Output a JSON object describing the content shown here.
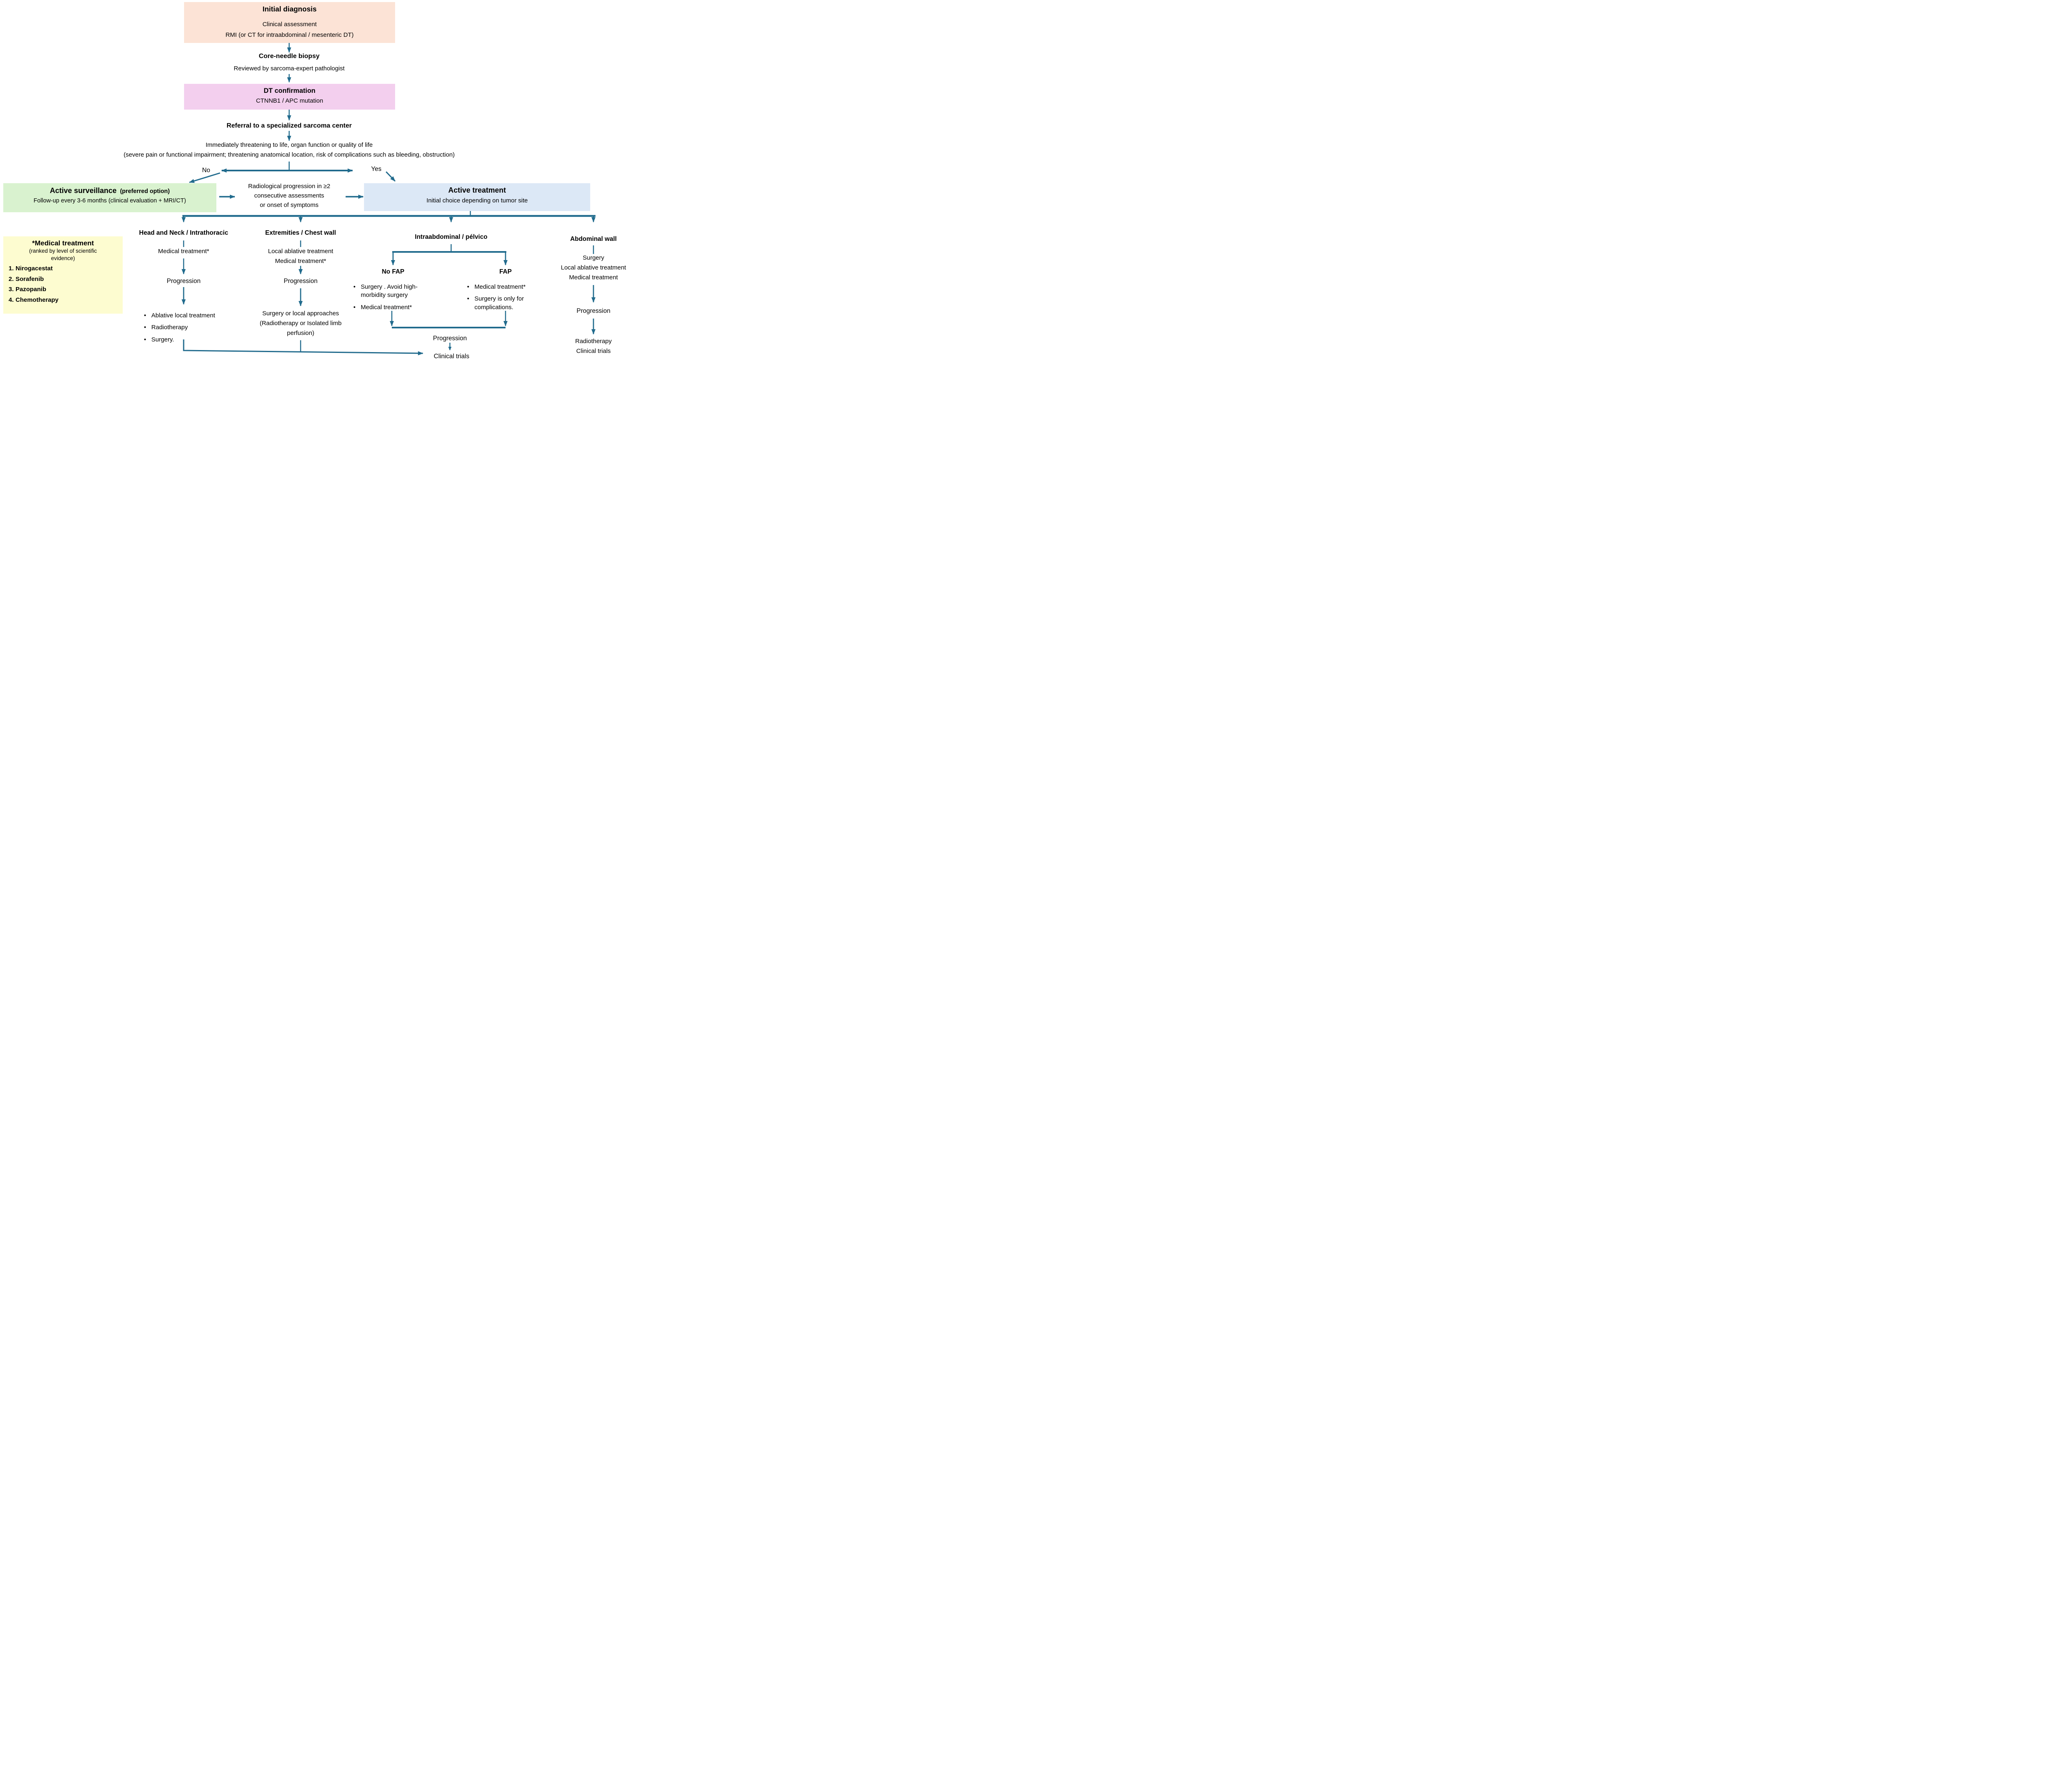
{
  "colors": {
    "peach_box": "#fce3d6",
    "pink_box": "#f3cfee",
    "green_box": "#d9f2cf",
    "blue_box": "#dce8f6",
    "yellow_box": "#fdfcd0",
    "arrow": "#216b8d",
    "text": "#000000"
  },
  "top": {
    "initial_diagnosis": {
      "title": "Initial diagnosis",
      "line1": "Clinical assessment",
      "line2": "RMI (or CT for intraabdominal / mesenteric DT)"
    },
    "core_needle": {
      "title": "Core-needle biopsy",
      "subtitle": "Reviewed by sarcoma-expert pathologist"
    },
    "dt_confirmation": {
      "title": "DT confirmation",
      "subtitle": "CTNNB1 / APC mutation"
    },
    "referral": "Referral to a specialized sarcoma center",
    "question_line1": "Immediately threatening to life, organ function or quality of life",
    "question_line2": "(severe pain or functional impairment; threatening anatomical location, risk of complications such as bleeding, obstruction)",
    "no_label": "No",
    "yes_label": "Yes"
  },
  "surveillance": {
    "title": "Active surveillance",
    "title_suffix": "(preferred option)",
    "subtitle": "Follow-up every 3-6 months (clinical evaluation + MRI/CT)"
  },
  "progression_check": {
    "line1": "Radiological progression in ≥2",
    "line2": "consecutive assessments",
    "line3": "or onset of symptoms"
  },
  "treatment": {
    "title": "Active treatment",
    "subtitle": "Initial choice depending on tumor site"
  },
  "medical_treatment_note": {
    "title": "*Medical treatment",
    "subtitle_line1": "(ranked by level of scientific",
    "subtitle_line2": "evidence)",
    "items": [
      {
        "num": "1.",
        "label": "Nirogacestat"
      },
      {
        "num": "2.",
        "label": "Sorafenib"
      },
      {
        "num": "3.",
        "label": "Pazopanib"
      },
      {
        "num": "4.",
        "label": "Chemotherapy"
      }
    ]
  },
  "columns": {
    "head_neck": {
      "header": "Head and Neck / Intrathoracic",
      "step1": "Medical treatment*",
      "progression": "Progression",
      "bullets": [
        "Ablative local treatment",
        "Radiotherapy",
        "Surgery."
      ]
    },
    "extremities": {
      "header": "Extremities / Chest wall",
      "step1_line1": "Local ablative treatment",
      "step1_line2": "Medical treatment*",
      "progression": "Progression",
      "outcome_line1": "Surgery or local approaches",
      "outcome_line2": "(Radiotherapy or Isolated limb",
      "outcome_line3": "perfusion)"
    },
    "intraabdominal": {
      "header": "Intraabdominal / pélvico",
      "no_fap": {
        "label": "No FAP",
        "bullets": [
          "Surgery . Avoid high-morbidity surgery",
          "Medical treatment*"
        ]
      },
      "fap": {
        "label": "FAP",
        "bullets": [
          "Medical treatment*",
          "Surgery is only for complications."
        ]
      },
      "progression": "Progression"
    },
    "abdominal_wall": {
      "header": "Abdominal wall",
      "steps": [
        "Surgery",
        "Local ablative treatment",
        "Medical treatment"
      ],
      "progression": "Progression",
      "outcome_line1": "Radiotherapy",
      "outcome_line2": "Clinical trials"
    }
  },
  "clinical_trials": "Clinical trials"
}
